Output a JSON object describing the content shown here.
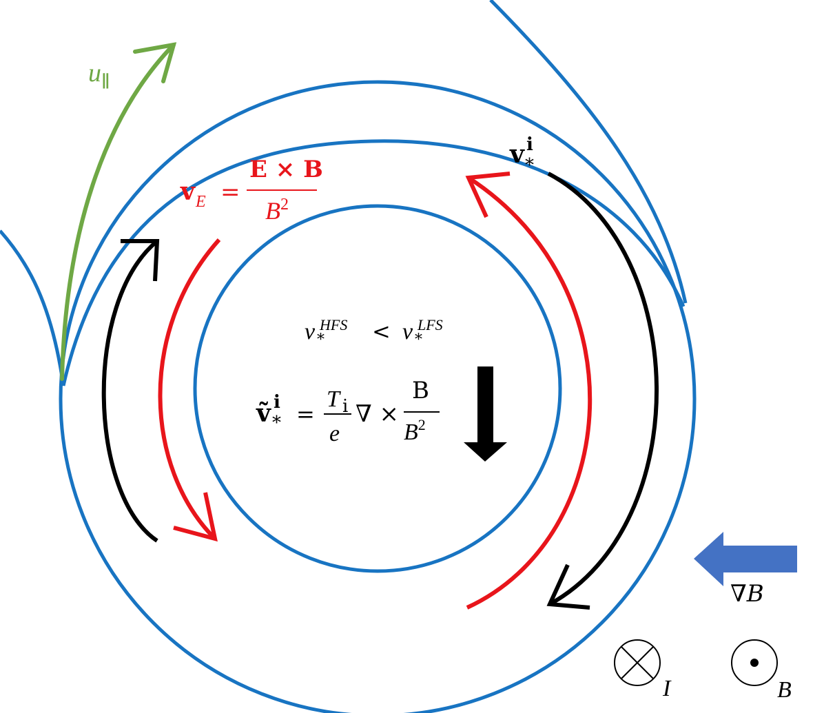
{
  "colors": {
    "flux_surface": "#1874c2",
    "exb_flow": "#e8151b",
    "diamagnetic_flow": "#000000",
    "parallel_flow": "#6fa845",
    "gradient_arrow": "#4472c4"
  },
  "labels": {
    "u_par": {
      "symbol": "u",
      "sub": "∥"
    },
    "vE": {
      "lhs_v": "v",
      "lhs_sub": "E",
      "eq": "=",
      "num": "E × B",
      "den_base": "B",
      "den_exp": "2"
    },
    "vstar": {
      "v": "v",
      "sup": "i",
      "sub": "*"
    },
    "inequality": {
      "left_v": "v",
      "left_sub": "*",
      "left_sup": "HFS",
      "op": "<",
      "right_v": "v",
      "right_sub": "*",
      "right_sup": "LFS"
    },
    "vtilde": {
      "v": "ṽ",
      "sup": "i",
      "sub": "*",
      "eq": "=",
      "num1": "T",
      "num1_sub": "i",
      "den1": "e",
      "op": "∇ ×",
      "num2": "B",
      "den2_base": "B",
      "den2_exp": "2"
    },
    "gradB": {
      "nabla": "∇",
      "B": "B"
    },
    "current_symbol": {
      "label": "I",
      "icon": "cross-circle"
    },
    "field_symbol": {
      "label": "B",
      "icon": "dot-circle"
    }
  }
}
